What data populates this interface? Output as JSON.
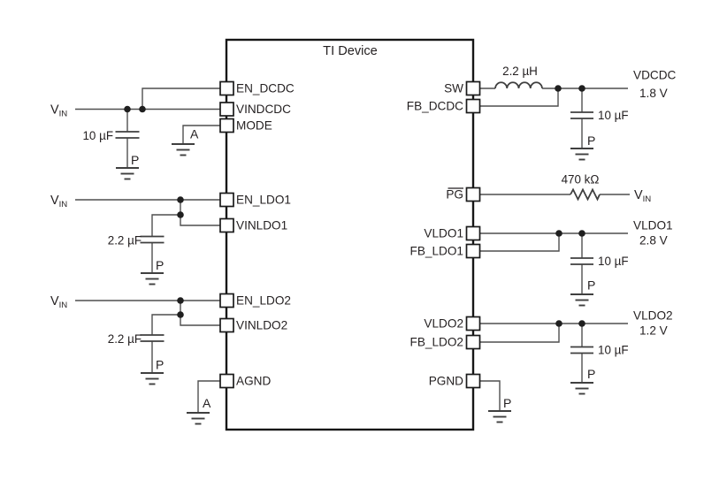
{
  "title": "TI Device",
  "pins": {
    "left": [
      "EN_DCDC",
      "VINDCDC",
      "MODE",
      "EN_LDO1",
      "VINLDO1",
      "EN_LDO2",
      "VINLDO2",
      "AGND"
    ],
    "right": [
      "SW",
      "FB_DCDC",
      "PG",
      "VLDO1",
      "FB_LDO1",
      "VLDO2",
      "FB_LDO2",
      "PGND"
    ]
  },
  "labels": {
    "vin_main": "V",
    "vin_sub": "IN",
    "gnd_analog": "A",
    "gnd_power": "P"
  },
  "components": {
    "inductor": "2.2 µH",
    "cap_in_dcdc": "10 µF",
    "cap_in_ldo1": "2.2 µF",
    "cap_in_ldo2": "2.2 µF",
    "cap_out_dcdc": "10 µF",
    "cap_out_ldo1": "10 µF",
    "cap_out_ldo2": "10 µF",
    "resistor_pg": "470 kΩ"
  },
  "outputs": {
    "dcdc": {
      "name": "VDCDC",
      "voltage": "1.8 V"
    },
    "ldo1": {
      "name": "VLDO1",
      "voltage": "2.8 V"
    },
    "ldo2": {
      "name": "VLDO2",
      "voltage": "1.2 V"
    }
  },
  "colors": {
    "wire": "#4f4f4f",
    "outline": "#161616",
    "text": "#231f20",
    "background": "#ffffff"
  }
}
